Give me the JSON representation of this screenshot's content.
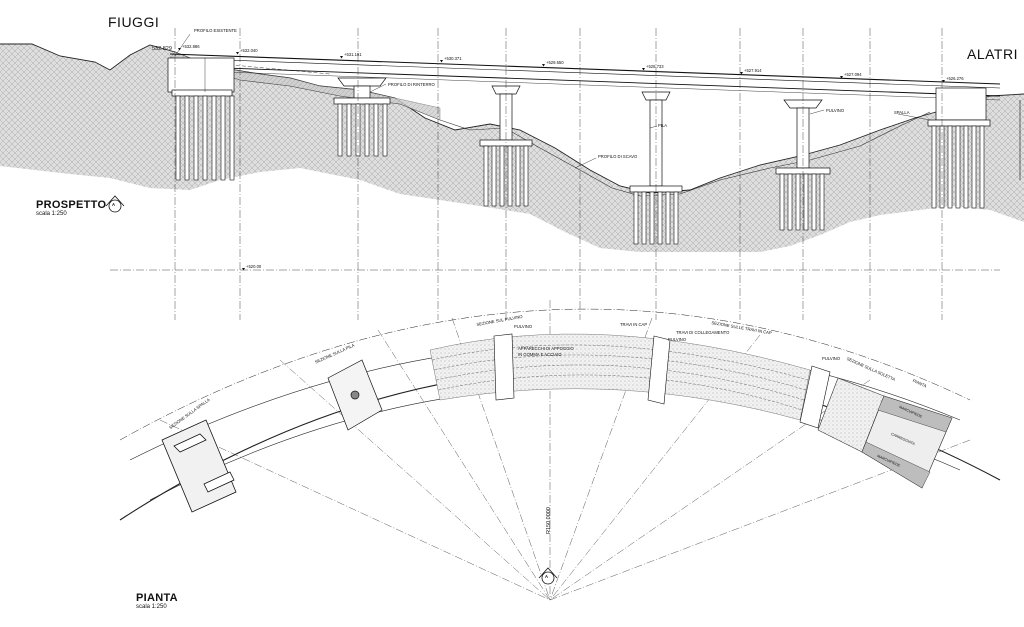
{
  "drawing": {
    "endpoints": {
      "left": "FIUGGI",
      "right": "ALATRI"
    },
    "elevation_view": {
      "title": "PROSPETTO",
      "scale": "scala 1:250",
      "marker": "A"
    },
    "plan_view": {
      "title": "PIANTA",
      "scale": "scala 1:250",
      "marker": "A"
    },
    "elevation_labels": {
      "existing_profile": "PROFILO ESISTENTE",
      "fill_profile": "PROFILO DI RINTERRO",
      "excavation_profile": "PROFILO DI SCAVO",
      "pier": "PILA",
      "pier_cap": "PULVINO",
      "abutment": "SPALLA"
    },
    "levels": {
      "start": "532.829",
      "l1": "+532.886",
      "l2": "+532.040",
      "l3": "+531.191",
      "l4": "+530.371",
      "l5": "+529.550",
      "l6": "+528.733",
      "l7": "+527.914",
      "l8": "+527.094",
      "l9": "+526.276",
      "datum": "+520.00"
    },
    "plan_labels": {
      "section_abutment": "SEZIONE SULLA SPALLA",
      "section_pier": "SEZIONE SULLA PILA",
      "section_cap": "SEZIONE SUL PULVINO",
      "cap": "PULVINO",
      "precast_beams": "TRAVI IN CAP",
      "beam_section": "SEZIONE SULLE TRAVI IN CAP",
      "link_beam": "TRAVI DI COLLEGAMENTO",
      "bearings_1": "APPARECCHI DI APPOGGIO",
      "bearings_2": "IN GOMMA E ACCIAIO",
      "slab_section": "SEZIONE SULLA SOLETTA",
      "plan": "PIANTA",
      "sidewalk_1": "MARCIAPIEDE",
      "carriageway": "CARREGGIATA",
      "sidewalk_2": "MARCIAPIEDE",
      "radius": "R150,0000",
      "cap_2": "PULVINO",
      "cap_3": "PULVINO"
    }
  }
}
